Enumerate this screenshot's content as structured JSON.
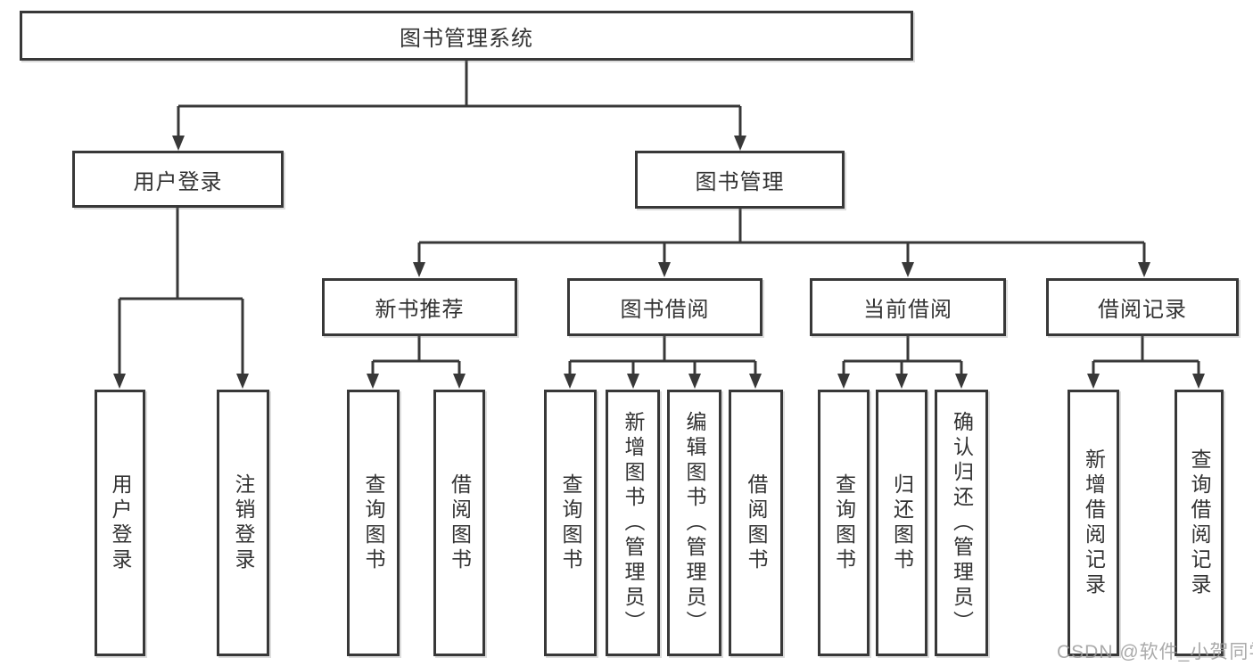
{
  "tree": {
    "root": {
      "label": "图书管理系统"
    },
    "branches": [
      {
        "label": "用户登录",
        "leaves": [
          {
            "label": "用户登录"
          },
          {
            "label": "注销登录"
          }
        ]
      },
      {
        "label": "图书管理",
        "sections": [
          {
            "label": "新书推荐",
            "leaves": [
              {
                "label": "查询图书"
              },
              {
                "label": "借阅图书"
              }
            ]
          },
          {
            "label": "图书借阅",
            "leaves": [
              {
                "label": "查询图书"
              },
              {
                "label": "新增图书（管理员）"
              },
              {
                "label": "编辑图书（管理员）"
              },
              {
                "label": "借阅图书"
              }
            ]
          },
          {
            "label": "当前借阅",
            "leaves": [
              {
                "label": "查询图书"
              },
              {
                "label": "归还图书"
              },
              {
                "label": "确认归还（管理员）"
              }
            ]
          },
          {
            "label": "借阅记录",
            "leaves": [
              {
                "label": "新增借阅记录"
              },
              {
                "label": "查询借阅记录"
              }
            ]
          }
        ]
      }
    ]
  },
  "watermark": {
    "text": "CSDN @软件_小贺同学"
  },
  "colors": {
    "line": "#383838",
    "box_border": "#383838",
    "text": "#333333",
    "watermark": "#9b9b9b",
    "background": "#ffffff"
  }
}
